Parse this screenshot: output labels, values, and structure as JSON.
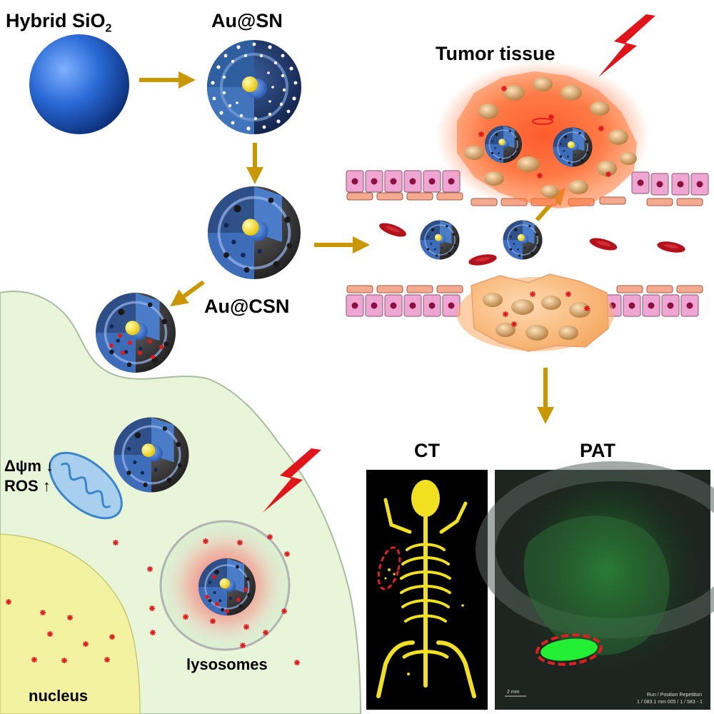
{
  "labels": {
    "hybrid_prefix": "Hybrid SiO",
    "hybrid_sub": "2",
    "au_sn": "Au@SN",
    "au_csn": "Au@CSN",
    "tumor_tissue": "Tumor tissue",
    "ct": "CT",
    "pat": "PAT",
    "delta_psi": "Δψm",
    "delta_psi_arrow": "↓",
    "ros": "ROS",
    "ros_arrow": "↑",
    "lysosomes": "lysosomes",
    "nucleus": "nucleus",
    "scale_bar": "2 mm",
    "pat_info_1": "Run / Position Repetition",
    "pat_info_2": "1 / 083.1 mm 005 / 1 / 583 - 1"
  },
  "colors": {
    "sio2_blue": "#1f5fc4",
    "arrow_gold": "#c99700",
    "cell_green": "#e8f5d8",
    "nucleus_yellow": "#f2f2a0",
    "tumor_red": "#ff4a2a",
    "vessel_pink": "#e98fc4",
    "rbc_red": "#b3121c",
    "ct_yellow": "#f0e020",
    "pat_green": "#22ee33",
    "bolt_red": "#e0141a",
    "roi_dash": "#e02020"
  },
  "icons": {
    "bolt": "lightning-bolt-icon",
    "star": "red-asterisk-icon",
    "mito": "mitochondrion-icon"
  }
}
